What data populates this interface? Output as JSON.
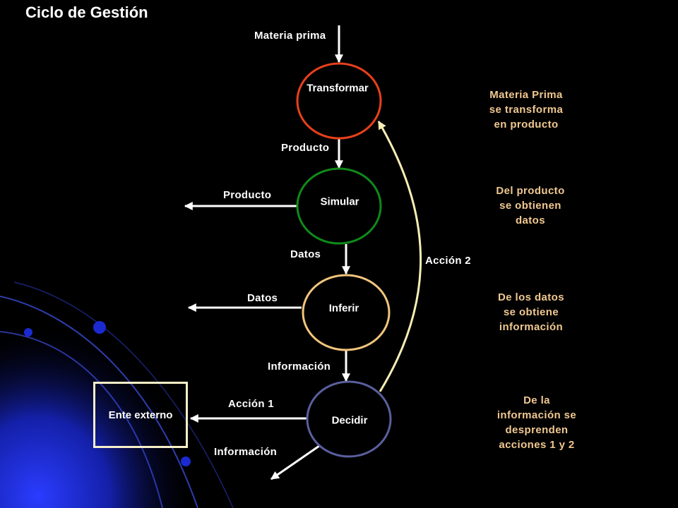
{
  "title": "Ciclo de Gestión",
  "colors": {
    "transformar": "#e8401c",
    "simular": "#0f8a1a",
    "inferir": "#f2c57c",
    "decidir": "#5a5f9e",
    "arrow": "#ffffff",
    "feedback_arrow": "#f6eeb4",
    "note_text": "#f0c890"
  },
  "nodes": [
    {
      "id": "transformar",
      "label": "Transformar"
    },
    {
      "id": "simular",
      "label": "Simular"
    },
    {
      "id": "inferir",
      "label": "Inferir"
    },
    {
      "id": "decidir",
      "label": "Decidir"
    }
  ],
  "flow_labels": {
    "materia_prima": "Materia prima",
    "producto_down": "Producto",
    "producto_out": "Producto",
    "datos_down": "Datos",
    "datos_out": "Datos",
    "informacion_down": "Información",
    "accion1": "Acción 1",
    "informacion_out": "Información",
    "accion2": "Acción 2"
  },
  "ente_externo": "Ente externo",
  "notes": [
    [
      "Materia Prima",
      "se transforma",
      "en producto"
    ],
    [
      "Del producto",
      "se obtienen",
      "datos"
    ],
    [
      "De los datos",
      "se obtiene",
      "información"
    ],
    [
      "De la",
      "información se",
      "desprenden",
      "acciones  1 y 2"
    ]
  ]
}
